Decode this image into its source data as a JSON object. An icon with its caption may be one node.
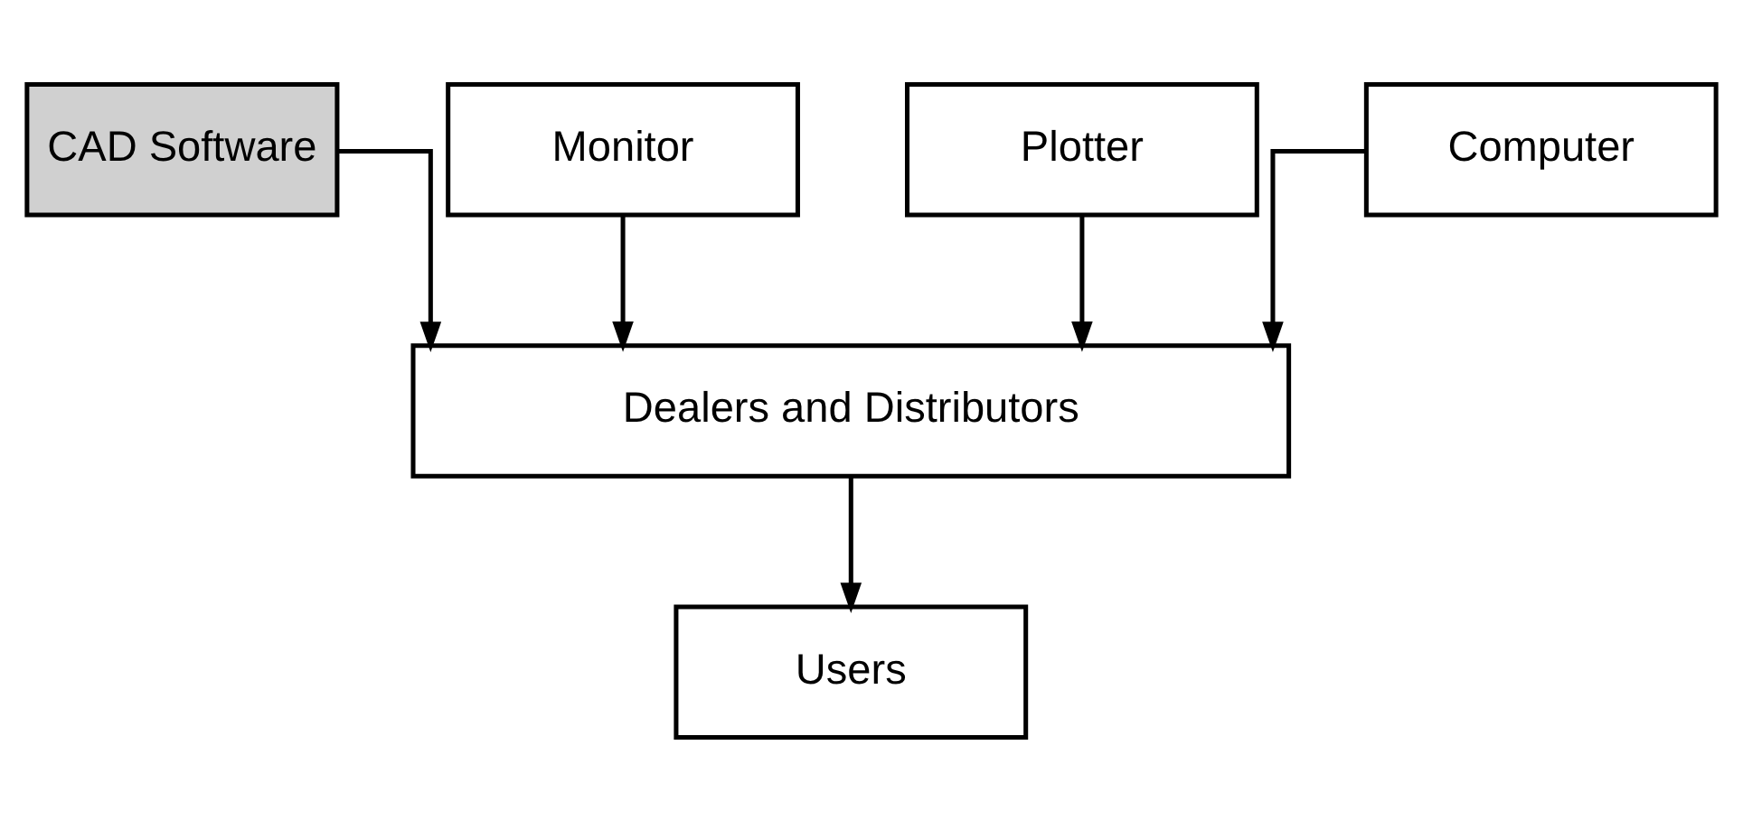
{
  "diagram": {
    "nodes": [
      {
        "text": [
          "CAD Software"
        ]
      },
      {
        "text": [
          "Monitor"
        ]
      },
      {
        "text": [
          "Plotter"
        ]
      },
      {
        "text": [
          "Computer"
        ]
      },
      {
        "text": [
          "Dealers and Distributors"
        ]
      },
      {
        "text": [
          "Users"
        ]
      }
    ],
    "edges": [
      {
        "from": 0,
        "to": 4,
        "arrow": "to"
      },
      {
        "from": 1,
        "to": 4,
        "arrow": "to"
      },
      {
        "from": 2,
        "to": 4,
        "arrow": "to"
      },
      {
        "from": 3,
        "to": 4,
        "arrow": "to"
      },
      {
        "from": 4,
        "to": 5,
        "arrow": "to"
      }
    ]
  }
}
